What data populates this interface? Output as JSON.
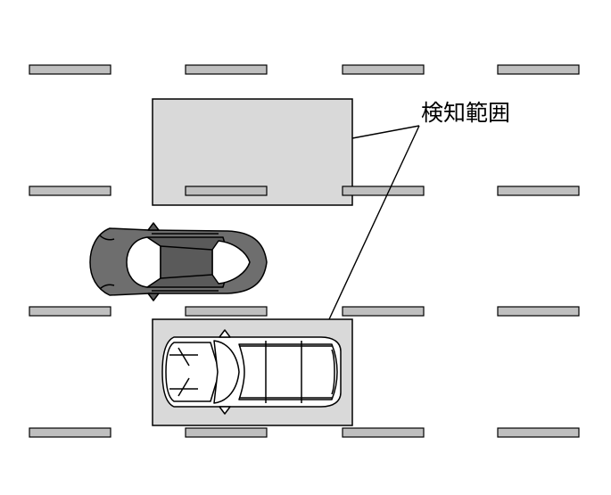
{
  "annotation": {
    "label": "検知範囲"
  },
  "colors": {
    "lane_mark_fill": "#bfbfbf",
    "lane_mark_stroke": "#000000",
    "detection_area_fill": "#d9d9d9",
    "parked_car_body": "#6e6e6e",
    "parked_car_dark": "#5a5a5a",
    "own_car_body": "#ffffff",
    "glass": "#ffffff",
    "outline": "#000000"
  },
  "scene": {
    "lane_columns": 4,
    "lane_rows": 4,
    "detection_areas": 2,
    "vehicles": [
      {
        "role": "other-vehicle",
        "type": "sedan",
        "heading": "left"
      },
      {
        "role": "own-vehicle",
        "type": "minivan",
        "heading": "left"
      }
    ]
  }
}
